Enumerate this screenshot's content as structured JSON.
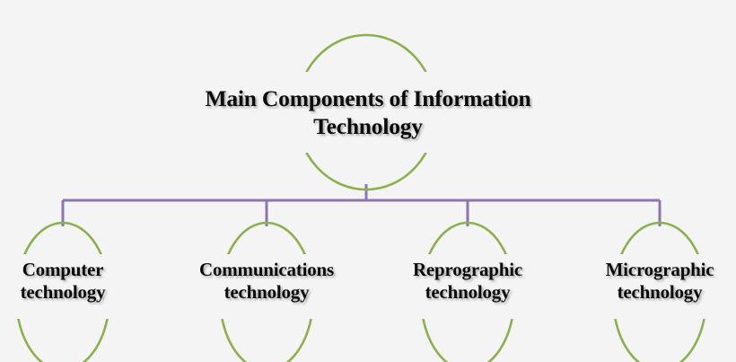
{
  "diagram": {
    "type": "hierarchy-tree",
    "background_color": "#f4f4f4",
    "node_stroke_color": "#8cb04e",
    "connector_color": "#8e74b0",
    "text_color": "#0a0a0a",
    "root": {
      "label_line1": "Main Components of Information",
      "label_line2": "Technology",
      "label_full": "Main Components of Information Technology",
      "shape": "ellipse"
    },
    "children": [
      {
        "label_line1": "Computer",
        "label_line2": "technology",
        "label_full": "Computer technology",
        "shape": "ellipse"
      },
      {
        "label_line1": "Communications",
        "label_line2": "technology",
        "label_full": "Communications technology",
        "shape": "ellipse"
      },
      {
        "label_line1": "Reprographic",
        "label_line2": "technology",
        "label_full": "Reprographic technology",
        "shape": "ellipse"
      },
      {
        "label_line1": "Micrographic",
        "label_line2": "technology",
        "label_full": "Micrographic technology",
        "shape": "ellipse"
      }
    ]
  }
}
